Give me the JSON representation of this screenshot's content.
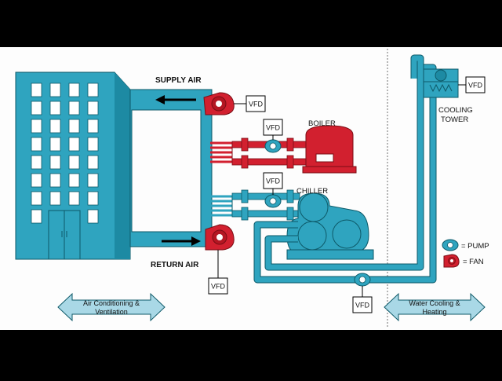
{
  "labels": {
    "supply_air": "SUPPLY AIR",
    "return_air": "RETURN AIR",
    "boiler": "BOILER",
    "chiller": "CHILLER",
    "cooling_tower_line1": "COOLING",
    "cooling_tower_line2": "TOWER",
    "vfd": "VFD"
  },
  "legend": {
    "pump": "= PUMP",
    "fan": "= FAN"
  },
  "sections": {
    "left_line1": "Air Conditioning &",
    "left_line2": "Ventilation",
    "right_line1": "Water Cooling &",
    "right_line2": "Heating"
  },
  "colors": {
    "background": "#fdfdfd",
    "letterbox": "#000000",
    "building": "#2fa4bf",
    "pipe_blue": "#2fa4bf",
    "pipe_red": "#d2202f",
    "boiler_red": "#d2202f",
    "arrow_fill": "#a9d8e6"
  }
}
